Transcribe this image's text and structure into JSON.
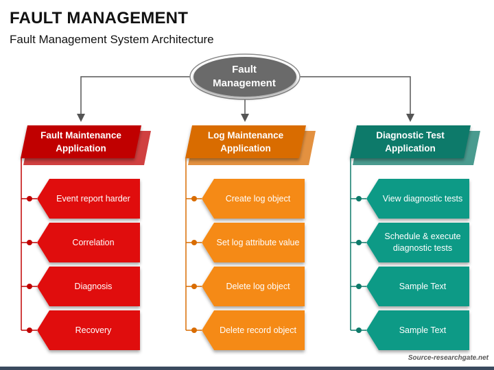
{
  "title": "FAULT MANAGEMENT",
  "subtitle": "Fault Management System Architecture",
  "root": {
    "line1": "Fault",
    "line2": "Management",
    "color": "#6b6b6b"
  },
  "columns": [
    {
      "header_line1": "Fault Maintenance",
      "header_line2": "Application",
      "color": "#c00000",
      "item_color": "#e00b0b",
      "items": [
        {
          "label": "Event report harder"
        },
        {
          "label": "Correlation"
        },
        {
          "label": "Diagnosis"
        },
        {
          "label": "Recovery"
        }
      ]
    },
    {
      "header_line1": "Log Maintenance",
      "header_line2": "Application",
      "color": "#d96c00",
      "item_color": "#f58a12",
      "items": [
        {
          "label": "Create log object"
        },
        {
          "label": "Set log attribute value"
        },
        {
          "label": "Delete log object"
        },
        {
          "label": "Delete record object"
        }
      ]
    },
    {
      "header_line1": "Diagnostic Test",
      "header_line2": "Application",
      "color": "#0e7a6a",
      "item_color": "#0f9a86",
      "items": [
        {
          "label": "View diagnostic tests"
        },
        {
          "label": "Schedule & execute diagnostic tests"
        },
        {
          "label": "Sample Text"
        },
        {
          "label": "Sample Text"
        }
      ]
    }
  ],
  "source": "Source-researchgate.net"
}
